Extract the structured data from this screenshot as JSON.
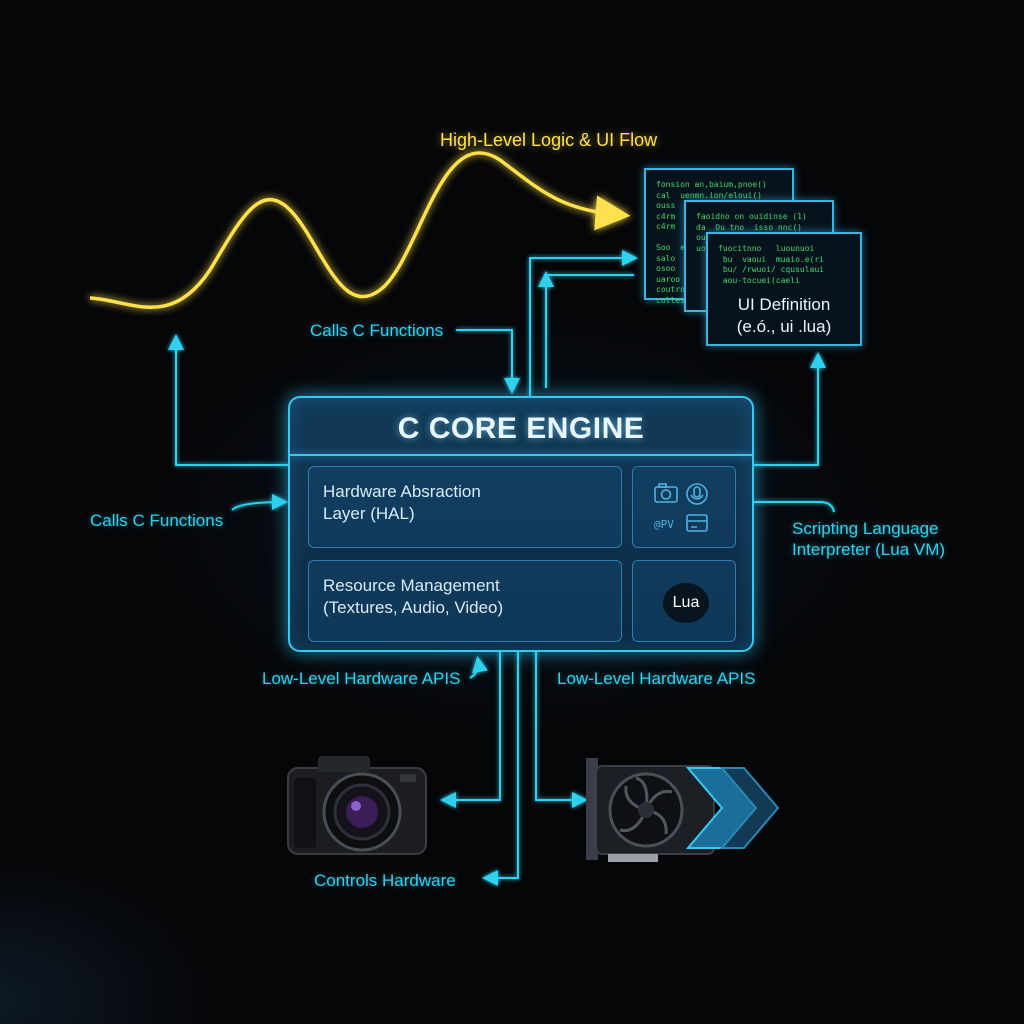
{
  "labels": {
    "top_flow": "High-Level Logic & UI Flow",
    "calls_top": "Calls C Functions",
    "calls_left": "Calls C Functions",
    "scripting": "Scripting Language\nInterpreter (Lua VM)",
    "low_left": "Low-Level Hardware APIS",
    "low_right": "Low-Level Hardware APIS",
    "controls": "Controls Hardware"
  },
  "engine": {
    "title": "C CORE ENGINE",
    "hal": "Hardware Absraction\nLayer (HAL)",
    "resource": "Resource Management\n(Textures, Audio, Video)",
    "lua_badge": "Lua",
    "chip_label": "@PV"
  },
  "docs": {
    "title": "UI Definition",
    "subtitle": "(e.ó., ui .lua)",
    "code_back": "fonsion an,baium,pnoe()\ncal  uenmn.ion/eloui()\nouss  (eicrme)\nc4rm  Dn siunlIl/i/\nc4rm  eti\n\nSoo  eaua sua\nsalo  lualulai\nosoo  ulaeo\nuaroo  aur\ncoutro\ncolles",
    "code_mid": "faoidno on ouidinse (1)\nda  Ou tno  isso nnc()\nout  liet  lolrn()\nuoat  si  un  lue",
    "code_front": "fuocitnno   luounuoi\n bu  vaoui  muaio.e(ri\n bu/ /rwuoi/ cqusulaui\n aou-tocuei(caeli"
  },
  "colors": {
    "accent": "#2fd2ee",
    "flow": "#ffe14d",
    "code": "#39d86a",
    "engine_fill": "#123a58"
  },
  "icons": [
    "camera-icon",
    "microphone-icon",
    "screen-icon",
    "card-icon",
    "camera-device-icon",
    "gpu-card-icon"
  ]
}
